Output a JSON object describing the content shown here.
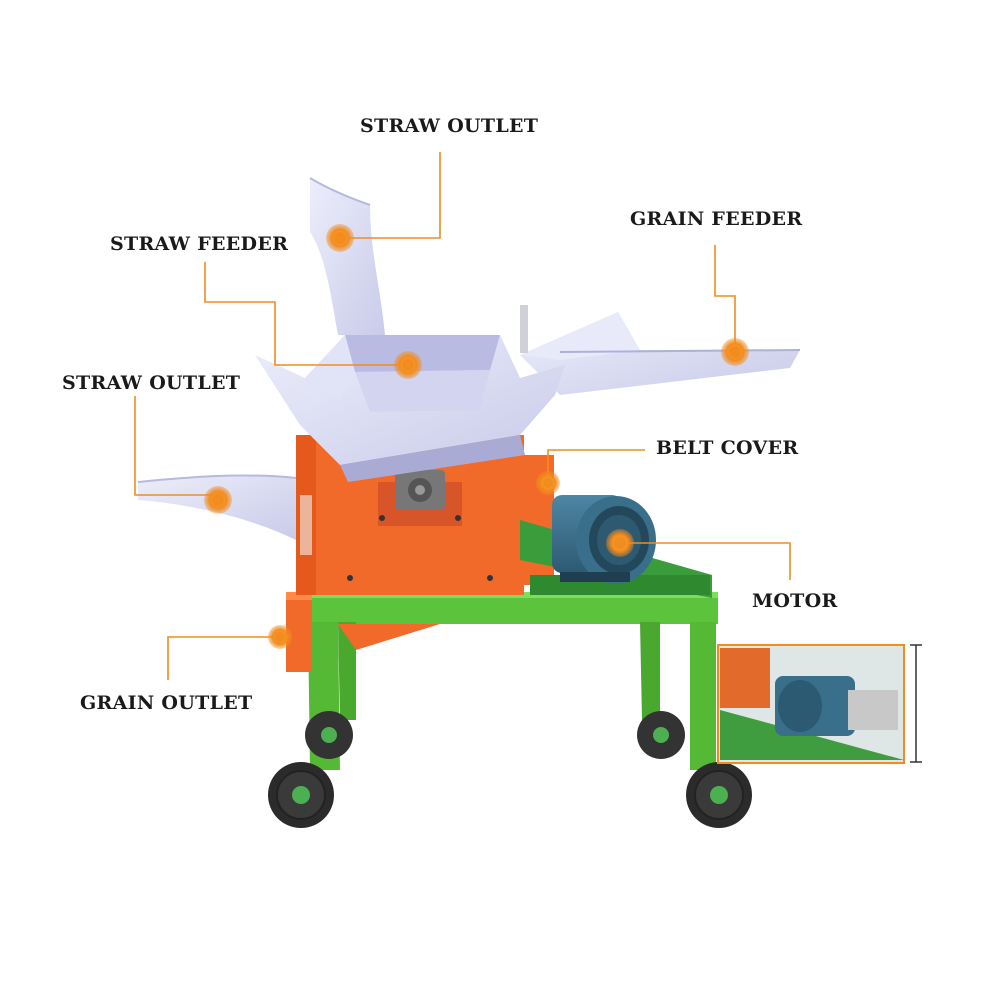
{
  "labels": {
    "straw_outlet_top": "STRAW OUTLET",
    "straw_feeder": "STRAW FEEDER",
    "grain_feeder": "GRAIN FEEDER",
    "straw_outlet_left": "STRAW OUTLET",
    "belt_cover": "BELT COVER",
    "motor": "MOTOR",
    "grain_outlet": "GRAIN OUTLET"
  },
  "colors": {
    "callout": "#f28c1e",
    "frame_green": "#5cc43c",
    "body_orange": "#f26a2a",
    "chute_lavender": "#d9dbf3",
    "motor_blue": "#3a6f8c"
  }
}
